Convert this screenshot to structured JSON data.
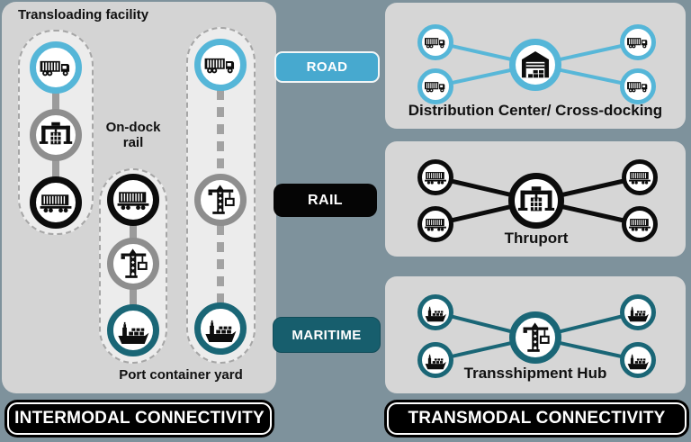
{
  "colors": {
    "background": "#7e929c",
    "panel_gray": "#d4d4d4",
    "road_blue": "#47a9cf",
    "rail_black": "#000000",
    "maritime_teal": "#175e6d",
    "ring_gray": "#8e8e8e"
  },
  "intermodal": {
    "title": "Transloading facility",
    "ondock_label": "On-dock rail",
    "port_label": "Port container yard",
    "footer": "INTERMODAL CONNECTIVITY",
    "chains": [
      {
        "id": "transloading-chain",
        "link_style": "solid",
        "nodes": [
          "truck",
          "gantry-crane",
          "rail-car"
        ]
      },
      {
        "id": "on-dock-rail-chain",
        "link_style": "solid",
        "nodes": [
          "rail-car",
          "tower-crane",
          "container-ship"
        ]
      },
      {
        "id": "port-container-yard-chain",
        "link_style": "dashed",
        "nodes": [
          "truck",
          "tower-crane",
          "container-ship"
        ]
      }
    ]
  },
  "mode_labels": {
    "road": "ROAD",
    "rail": "RAIL",
    "maritime": "MARITIME"
  },
  "transmodal": {
    "footer": "TRANSMODAL CONNECTIVITY",
    "hubs": [
      {
        "mode": "road",
        "label": "Distribution Center/ Cross-docking",
        "hub_icon": "warehouse",
        "spoke_icon": "truck",
        "spokes": 4
      },
      {
        "mode": "rail",
        "label": "Thruport",
        "hub_icon": "gantry-crane",
        "spoke_icon": "rail-car",
        "spokes": 4
      },
      {
        "mode": "maritime",
        "label": "Transshipment Hub",
        "hub_icon": "tower-crane",
        "spoke_icon": "container-ship",
        "spokes": 4
      }
    ]
  }
}
